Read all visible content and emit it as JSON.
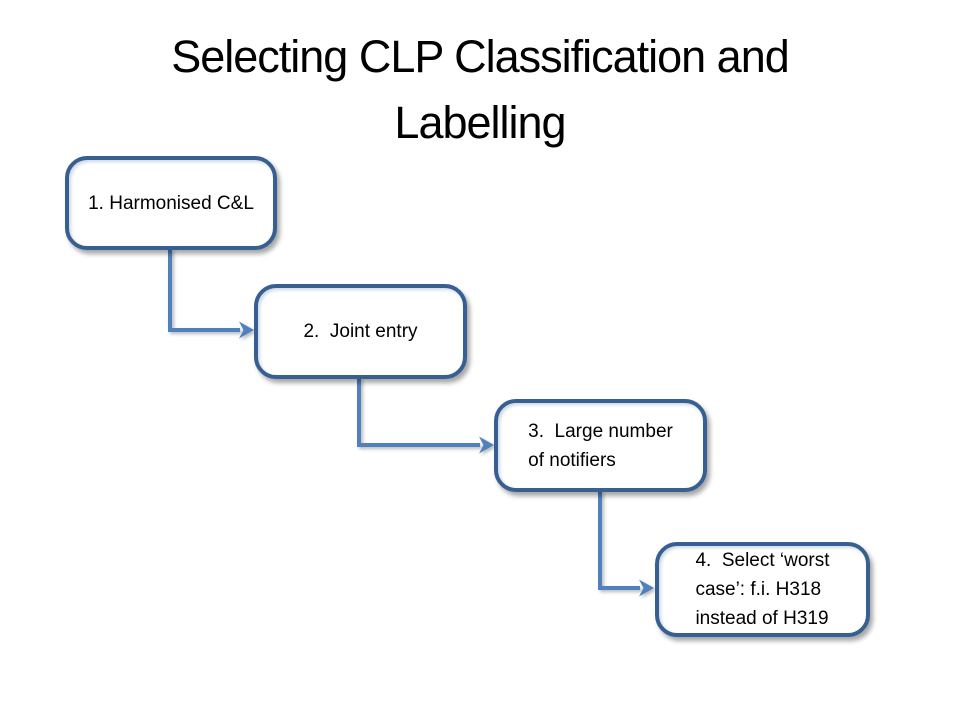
{
  "slide": {
    "title": "Selecting CLP Classification and\nLabelling"
  },
  "flow": {
    "steps": [
      {
        "id": 1,
        "label": "1. Harmonised C&L"
      },
      {
        "id": 2,
        "label": "2.  Joint entry"
      },
      {
        "id": 3,
        "label": "3.  Large number\nof notifiers"
      },
      {
        "id": 4,
        "label": "4.  Select ‘worst\ncase’: f.i. H318\ninstead of H319"
      }
    ],
    "connectors": [
      {
        "from": 1,
        "to": 2
      },
      {
        "from": 2,
        "to": 3
      },
      {
        "from": 3,
        "to": 4
      }
    ]
  },
  "colors": {
    "slide_bg": "#ffffff",
    "text": "#000000",
    "box_border": "#376092",
    "box_fill": "#ffffff",
    "connector": "#4F81BD"
  }
}
